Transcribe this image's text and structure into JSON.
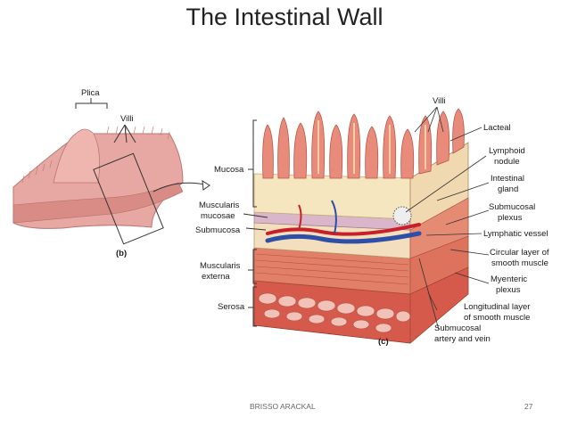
{
  "slide": {
    "title": "The Intestinal Wall",
    "footer_author": "BRISSO ARACKAL",
    "page_number": "27"
  },
  "panel_b": {
    "tag": "(b)",
    "labels": {
      "plica": "Plica",
      "villi": "Villi"
    }
  },
  "panel_c": {
    "tag": "(c)",
    "left_labels": {
      "mucosa": "Mucosa",
      "muscularis_mucosae_1": "Muscularis",
      "muscularis_mucosae_2": "mucosae",
      "submucosa": "Submucosa",
      "muscularis_externa_1": "Muscularis",
      "muscularis_externa_2": "externa",
      "serosa": "Serosa"
    },
    "right_labels": {
      "villi": "Villi",
      "lacteal": "Lacteal",
      "lymphoid_nodule_1": "Lymphoid",
      "lymphoid_nodule_2": "nodule",
      "intestinal_gland_1": "Intestinal",
      "intestinal_gland_2": "gland",
      "submucosal_plexus_1": "Submucosal",
      "submucosal_plexus_2": "plexus",
      "lymphatic_vessel": "Lymphatic vessel",
      "circular_layer_1": "Circular layer of",
      "circular_layer_2": "smooth muscle",
      "myenteric_plexus_1": "Myenteric",
      "myenteric_plexus_2": "plexus",
      "longitudinal_layer_1": "Longitudinal layer",
      "longitudinal_layer_2": "of smooth muscle",
      "submucosal_artery_1": "Submucosal",
      "submucosal_artery_2": "artery and vein"
    }
  },
  "colors": {
    "mucosa_pink": "#e8a39c",
    "villus": "#e98b7a",
    "lamina_propria": "#f5e6c0",
    "muscle": "#d96a55",
    "artery": "#c8202a",
    "vein": "#2d4fa8",
    "leader_line": "#333333"
  }
}
